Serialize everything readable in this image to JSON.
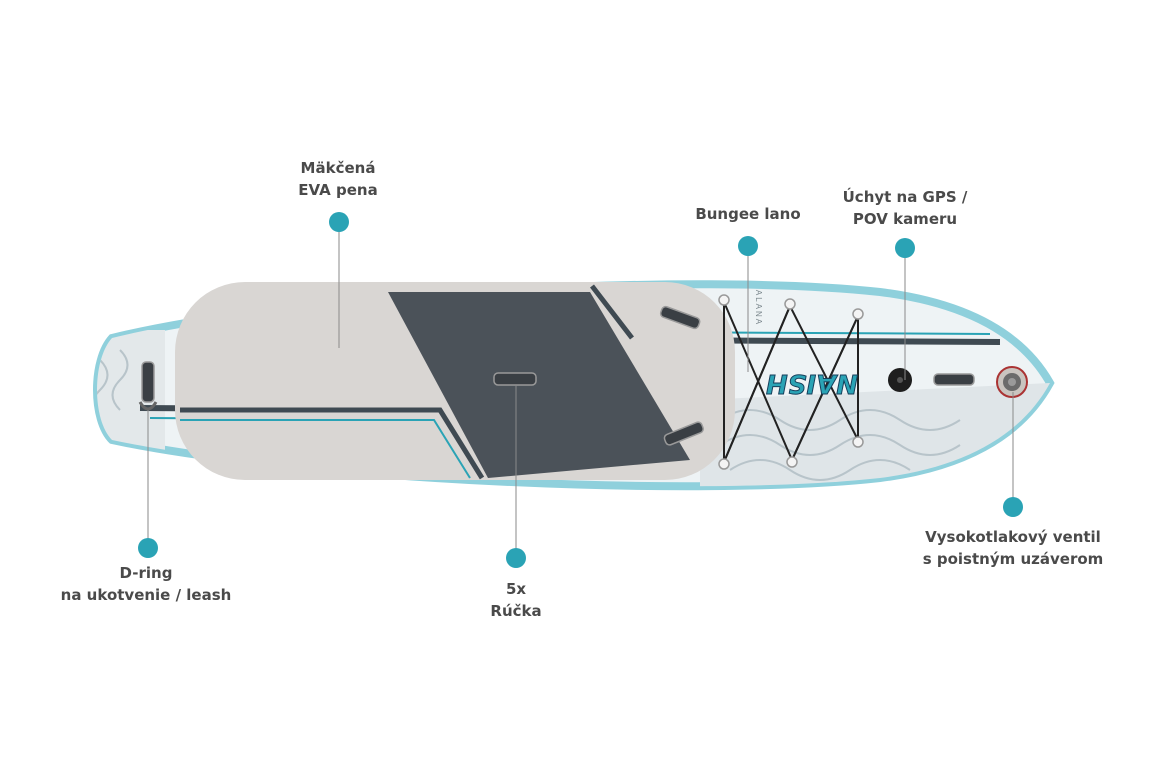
{
  "colors": {
    "accent": "#2aa3b5",
    "rail": "#8fd0dc",
    "deck_pad": "#4b5259",
    "foam": "#d9d6d3",
    "stripe": "#3f4a52",
    "label_text": "#4a4a4a"
  },
  "board": {
    "logo": "NAISH",
    "model_mark": "ALANA"
  },
  "callouts": {
    "foam": {
      "lines": [
        "Mäkčená",
        "EVA pena"
      ]
    },
    "bungee": {
      "lines": [
        "Bungee lano"
      ]
    },
    "mount": {
      "lines": [
        "Úchyt na GPS /",
        "POV kameru"
      ]
    },
    "dring": {
      "lines": [
        "D-ring",
        "na ukotvenie / leash"
      ]
    },
    "handles": {
      "lines": [
        "5x",
        "Rúčka"
      ]
    },
    "valve": {
      "lines": [
        "Vysokotlakový ventil",
        "s poistným uzáverom"
      ]
    }
  }
}
